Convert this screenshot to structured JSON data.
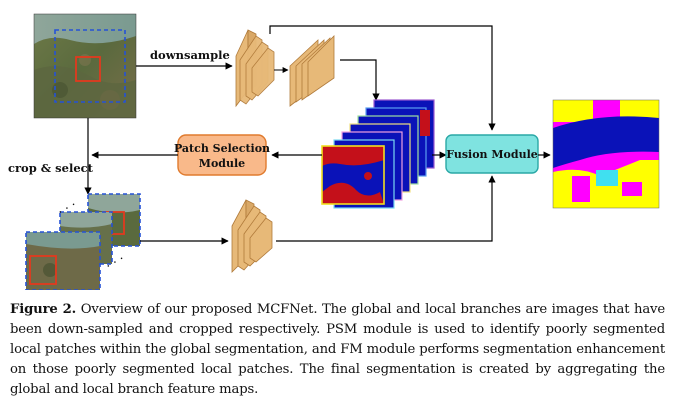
{
  "labels": {
    "downsample": "downsample",
    "crop_select": "crop & select",
    "psm_line1": "Patch Selection",
    "psm_line2": "Module",
    "fusion": "Fusion Module"
  },
  "caption": {
    "figure_label": "Figure 2.",
    "text": " Overview of our proposed MCFNet. The global and local branches are images that have been down-sampled and cropped respectively. PSM module is used to identify poorly segmented local patches within the global segmentation, and FM module performs segmentation enhancement on those poorly segmented local patches. The final segmentation is created by aggregating the global and local branch feature maps."
  },
  "colors": {
    "psm_fill": "#f9b98a",
    "psm_stroke": "#e07b2e",
    "fusion_fill": "#7fe3e0",
    "fusion_stroke": "#2aa8a6",
    "block_fill": "#e7b978",
    "block_stroke": "#b07a3a",
    "patch_border": "#e23a1e",
    "dashed_blue": "#2552d6",
    "seg_blue": "#0a12b8",
    "seg_red": "#c4101a",
    "seg_magenta": "#ff00ff",
    "seg_yellow": "#ffff00",
    "seg_cyan": "#40e0f0"
  }
}
